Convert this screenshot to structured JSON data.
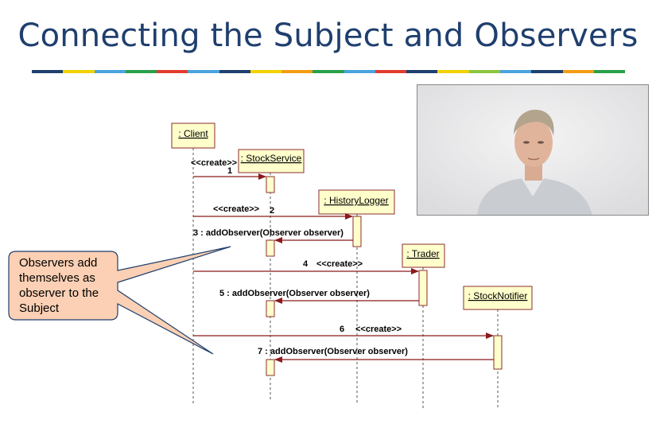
{
  "title": "Connecting the Subject and Observers",
  "color_bar": [
    "#1f3f6e",
    "#f2d100",
    "#4aa3df",
    "#29a04a",
    "#e23b2e",
    "#4aa3df",
    "#1f3f6e",
    "#f2d100",
    "#f39c12",
    "#29a04a",
    "#4aa3df",
    "#e23b2e",
    "#1f3f6e",
    "#f2d100",
    "#8cc63f",
    "#4aa3df",
    "#1f3f6e",
    "#f39c12",
    "#29a04a"
  ],
  "lifelines": {
    "client": ": Client",
    "stock_service": ": StockService",
    "history_logger": ": HistoryLogger",
    "trader": ": Trader",
    "stock_notifier": ": StockNotifier"
  },
  "messages": {
    "m1_stereo": "<<create>>",
    "m1_num": "1",
    "m2_stereo": "<<create>>",
    "m2_num": "2",
    "m3": "3 : addObserver(Observer observer)",
    "m4_num": "4",
    "m4_stereo": "<<create>>",
    "m5": "5 : addObserver(Observer observer)",
    "m6_num": "6",
    "m6_stereo": "<<create>>",
    "m7": "7 : addObserver(Observer observer)"
  },
  "callout": "Observers add themselves as observer to the Subject",
  "colors": {
    "title": "#1f3f6e",
    "lifeline_box": "#ffffcc",
    "lifeline_border": "#8b2e2e",
    "message_arrow": "#8b1a1a",
    "callout_fill": "#fbd0b4",
    "callout_border": "#1f3f6e"
  }
}
